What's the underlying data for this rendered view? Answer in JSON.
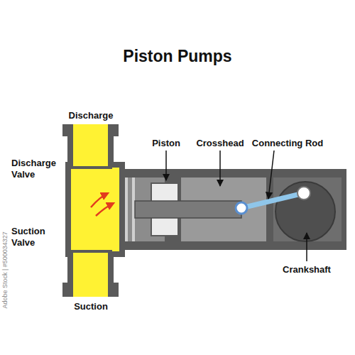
{
  "diagram": {
    "title": "Piston Pumps",
    "labels": [
      "Discharge",
      "Discharge Valve",
      "Suction Valve",
      "Suction",
      "Piston",
      "Crosshead",
      "Connecting Rod",
      "Crankshaft",
      "Adobe Stock | #500034327"
    ]
  }
}
